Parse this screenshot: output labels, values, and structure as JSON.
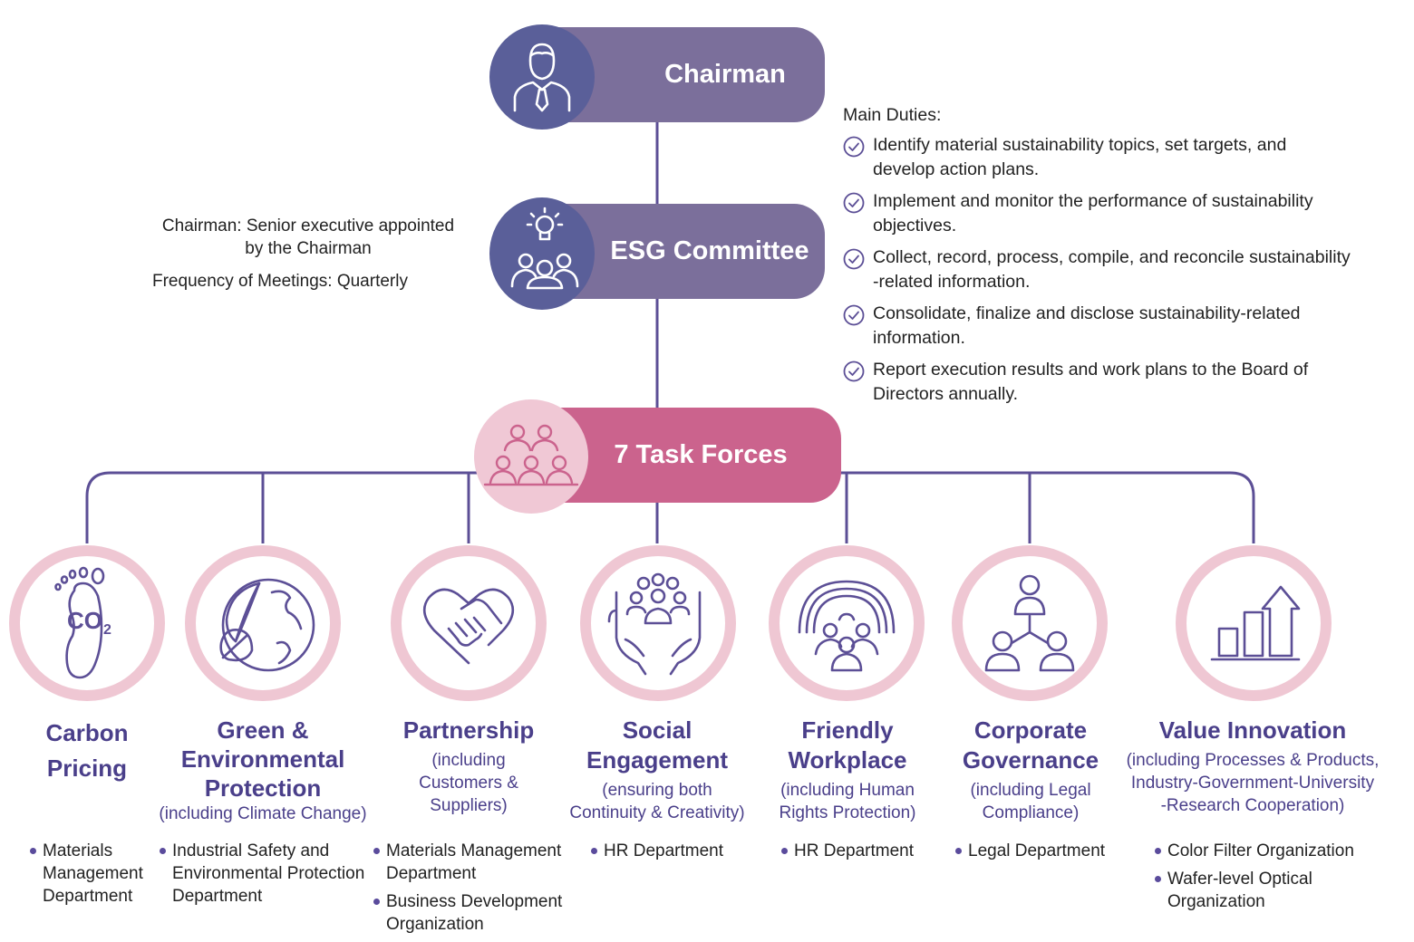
{
  "chairman": {
    "label": "Chairman"
  },
  "committee": {
    "label": "ESG Committee",
    "notes": {
      "chair_line1": "Chairman: Senior executive appointed",
      "chair_line2": "by the Chairman",
      "frequency": "Frequency of Meetings: Quarterly"
    }
  },
  "duties": {
    "heading": "Main Duties:",
    "items": [
      {
        "line1": "Identify material sustainability topics, set targets, and",
        "line2": "develop action plans."
      },
      {
        "line1": "Implement and monitor the performance of sustainability",
        "line2": "objectives."
      },
      {
        "line1": "Collect, record, process, compile, and reconcile sustainability",
        "line2": "-related information."
      },
      {
        "line1": "Consolidate, finalize and disclose sustainability-related",
        "line2": "information."
      },
      {
        "line1": "Report execution results and work plans to the Board of",
        "line2": "Directors annually."
      }
    ]
  },
  "task_forces_label": "7 Task Forces",
  "task_forces": [
    {
      "icon": "co2-footprint-icon",
      "title": [
        "Carbon",
        "Pricing"
      ],
      "sub": [],
      "depts": [
        [
          "Materials",
          "Management",
          "Department"
        ]
      ]
    },
    {
      "icon": "leaf-globe-icon",
      "title": [
        "Green &",
        "Environmental",
        "Protection"
      ],
      "sub": [
        "(including Climate Change)"
      ],
      "depts": [
        [
          "Industrial Safety and",
          "Environmental Protection",
          "Department"
        ]
      ]
    },
    {
      "icon": "handshake-heart-icon",
      "title": [
        "Partnership"
      ],
      "sub": [
        "(including",
        "Customers &",
        "Suppliers)"
      ],
      "depts": [
        [
          "Materials Management",
          "Department"
        ],
        [
          "Business Development",
          "Organization"
        ]
      ]
    },
    {
      "icon": "hands-people-icon",
      "title": [
        "Social",
        "Engagement"
      ],
      "sub": [
        "(ensuring both",
        "Continuity & Creativity)"
      ],
      "depts": [
        [
          "HR Department"
        ]
      ]
    },
    {
      "icon": "rainbow-people-icon",
      "title": [
        "Friendly",
        "Workplace"
      ],
      "sub": [
        "(including Human",
        "Rights Protection)"
      ],
      "depts": [
        [
          "HR Department"
        ]
      ]
    },
    {
      "icon": "org-network-icon",
      "title": [
        "Corporate",
        "Governance"
      ],
      "sub": [
        "(including Legal",
        "Compliance)"
      ],
      "depts": [
        [
          "Legal Department"
        ]
      ]
    },
    {
      "icon": "growth-chart-icon",
      "title": [
        "Value Innovation"
      ],
      "sub": [
        "(including Processes & Products,",
        "Industry-Government-University",
        "-Research Cooperation)"
      ],
      "depts": [
        [
          "Color Filter Organization"
        ],
        [
          "Wafer-level Optical",
          "Organization"
        ]
      ]
    }
  ],
  "colors": {
    "purple": "#7b6f9b",
    "navy": "#5a5f99",
    "pink": "#cb638d",
    "light_pink": "#f0c8d5",
    "text_purple": "#4a3f8a"
  }
}
